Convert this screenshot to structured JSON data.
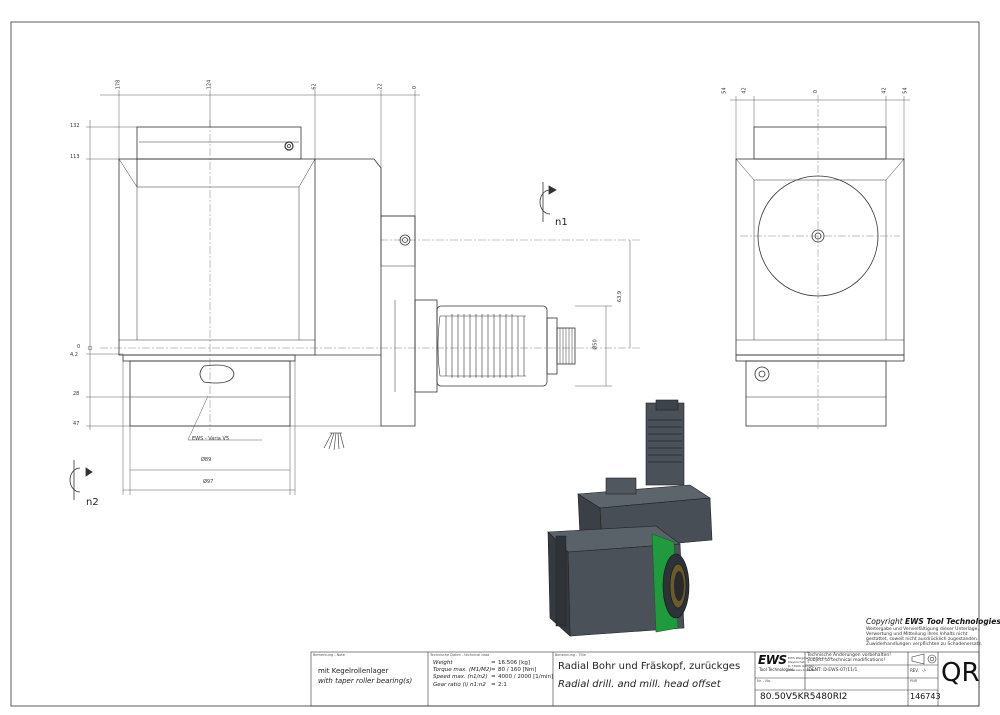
{
  "dimensions": {
    "front_horizontal": [
      "178",
      "124",
      "62",
      "22",
      "0"
    ],
    "front_vertical": [
      "132",
      "113",
      "0",
      "4,2",
      "28",
      "47"
    ],
    "side_horizontal": [
      "54",
      "42",
      "0",
      "42",
      "54"
    ],
    "spindle_offset": "63,9",
    "spindle_diameter": "Ø50",
    "dia_89": "Ø89",
    "dia_97": "Ø97"
  },
  "labels": {
    "varia": "EWS - Varia V5",
    "n1": "n1",
    "n2": "n2"
  },
  "copyright": {
    "prefix": "Copyright ",
    "brand": "EWS Tool Technologies",
    "lines": [
      "Weitergabe und Vervielfältigung dieser Unterlage,",
      "Verwertung und Mitteilung ihres Inhalts nicht",
      "gestattet, soweit nicht ausdrücklich zugestanden.",
      "Zuwiderhandlungen verpflichten zu Schadenersatz."
    ]
  },
  "title_block": {
    "note_header": "Bemerkung - Note",
    "note_de": "mit Kegelrollenlager",
    "note_en": "with taper roller bearing(s)",
    "tech_header": "Technische Daten - technical data",
    "tech_rows": [
      {
        "label": "Weight",
        "eq": "=",
        "value": "16.506 [kg]"
      },
      {
        "label": "Torque max. (M1/M2)",
        "eq": "=",
        "value": "80 / 160 [Nm]"
      },
      {
        "label": "Speed max. (n1/n2)",
        "eq": "=",
        "value": "4000 / 2000 [1/min]"
      },
      {
        "label": "Gear ratio (i) n1:n2",
        "eq": "=",
        "value": "2:1"
      }
    ],
    "title_header": "Benennung - Title",
    "title_de": "Radial Bohr und Fräskopf, zurückges",
    "title_en": "Radial drill. and mill. head offset",
    "logo": "EWS",
    "logo_sub": "Tool Technologies",
    "company_lines": [
      "EWS Weigele GmbH & Co. KG",
      "Maybachstr. 1",
      "D-73066 Uhingen",
      "www.ews-tools.de"
    ],
    "mod_de": "Technische Änderungen vorbehalten!",
    "mod_en": "Subject to technical modifications!",
    "ident": "IDENT: D-EWS-07/11/1",
    "rev": "REV.",
    "rev_val": "-/-",
    "no_label": "Nr. - No.",
    "part_number": "80.50V5KR5480RI2",
    "pnr_label": "PNR",
    "pnr": "146743",
    "qr": "QR"
  }
}
